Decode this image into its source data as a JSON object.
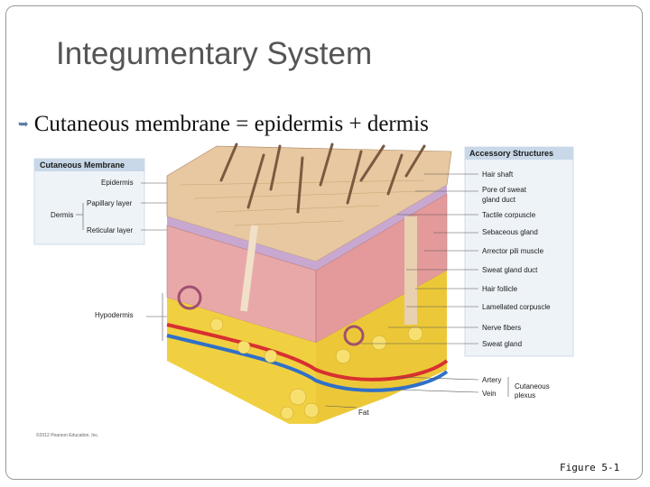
{
  "slide": {
    "title": "Integumentary System",
    "bullet": "Cutaneous membrane = epidermis + dermis",
    "figure_caption": "Figure 5-1",
    "copyright": "©2012 Pearson Education, Inc."
  },
  "left_panel": {
    "header": "Cutaneous Membrane",
    "epidermis": "Epidermis",
    "papillary": "Papillary layer",
    "dermis": "Dermis",
    "reticular": "Reticular layer",
    "hypodermis": "Hypodermis"
  },
  "right_panel": {
    "header": "Accessory Structures",
    "items": [
      "Hair shaft",
      "Pore of sweat",
      "gland duct",
      "Tactile corpuscle",
      "Sebaceous gland",
      "Arrector pili muscle",
      "Sweat gland duct",
      "Hair follicle",
      "Lamellated corpuscle",
      "Nerve fibers",
      "Sweat gland"
    ]
  },
  "bottom_labels": {
    "artery": "Artery",
    "vein": "Vein",
    "cutaneous": "Cutaneous",
    "plexus": "plexus",
    "fat": "Fat"
  },
  "colors": {
    "epidermis_surface": "#e8c8a0",
    "dermis": "#e8a8a8",
    "hypodermis_fat": "#f0d040",
    "artery": "#d83030",
    "vein": "#3070c8",
    "panel_header": "#c8d8e8",
    "bullet_accent": "#5a7fa8"
  }
}
